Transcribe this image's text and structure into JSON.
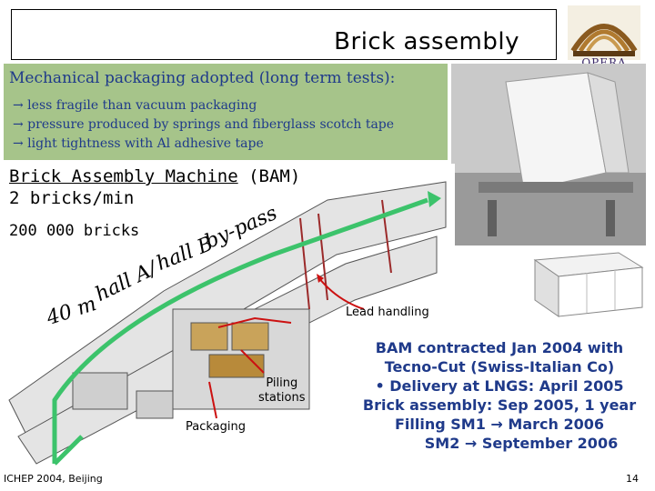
{
  "slide": {
    "title": "Brick assembly",
    "logo_text": "OPERA",
    "packaging": {
      "heading": "Mechanical packaging adopted (long term tests):",
      "points": [
        "→ less fragile than vacuum packaging",
        "→ pressure produced by springs and fiberglass scotch tape",
        "→ light tightness with Al adhesive tape"
      ]
    },
    "bam": {
      "name": "Brick Assembly Machine",
      "suffix": " (BAM)",
      "rate": "2 bricks/min",
      "count": "200 000 bricks"
    },
    "route": {
      "part1": "40 m",
      "part2": "hall A/",
      "part3": "hall B",
      "part4": "by-pass"
    },
    "callouts": {
      "lead": "Lead handling",
      "piling": "Piling\nstations",
      "packaging": "Packaging"
    },
    "info_lines": [
      "BAM contracted Jan 2004 with",
      "Tecno-Cut (Swiss-Italian Co)",
      "• Delivery at LNGS: April 2005",
      "Brick assembly: Sep 2005, 1 year",
      "Filling SM1 → March 2006",
      "SM2 → September 2006"
    ],
    "footer": {
      "conference": "ICHEP 2004, Beijing",
      "page": "14"
    }
  }
}
